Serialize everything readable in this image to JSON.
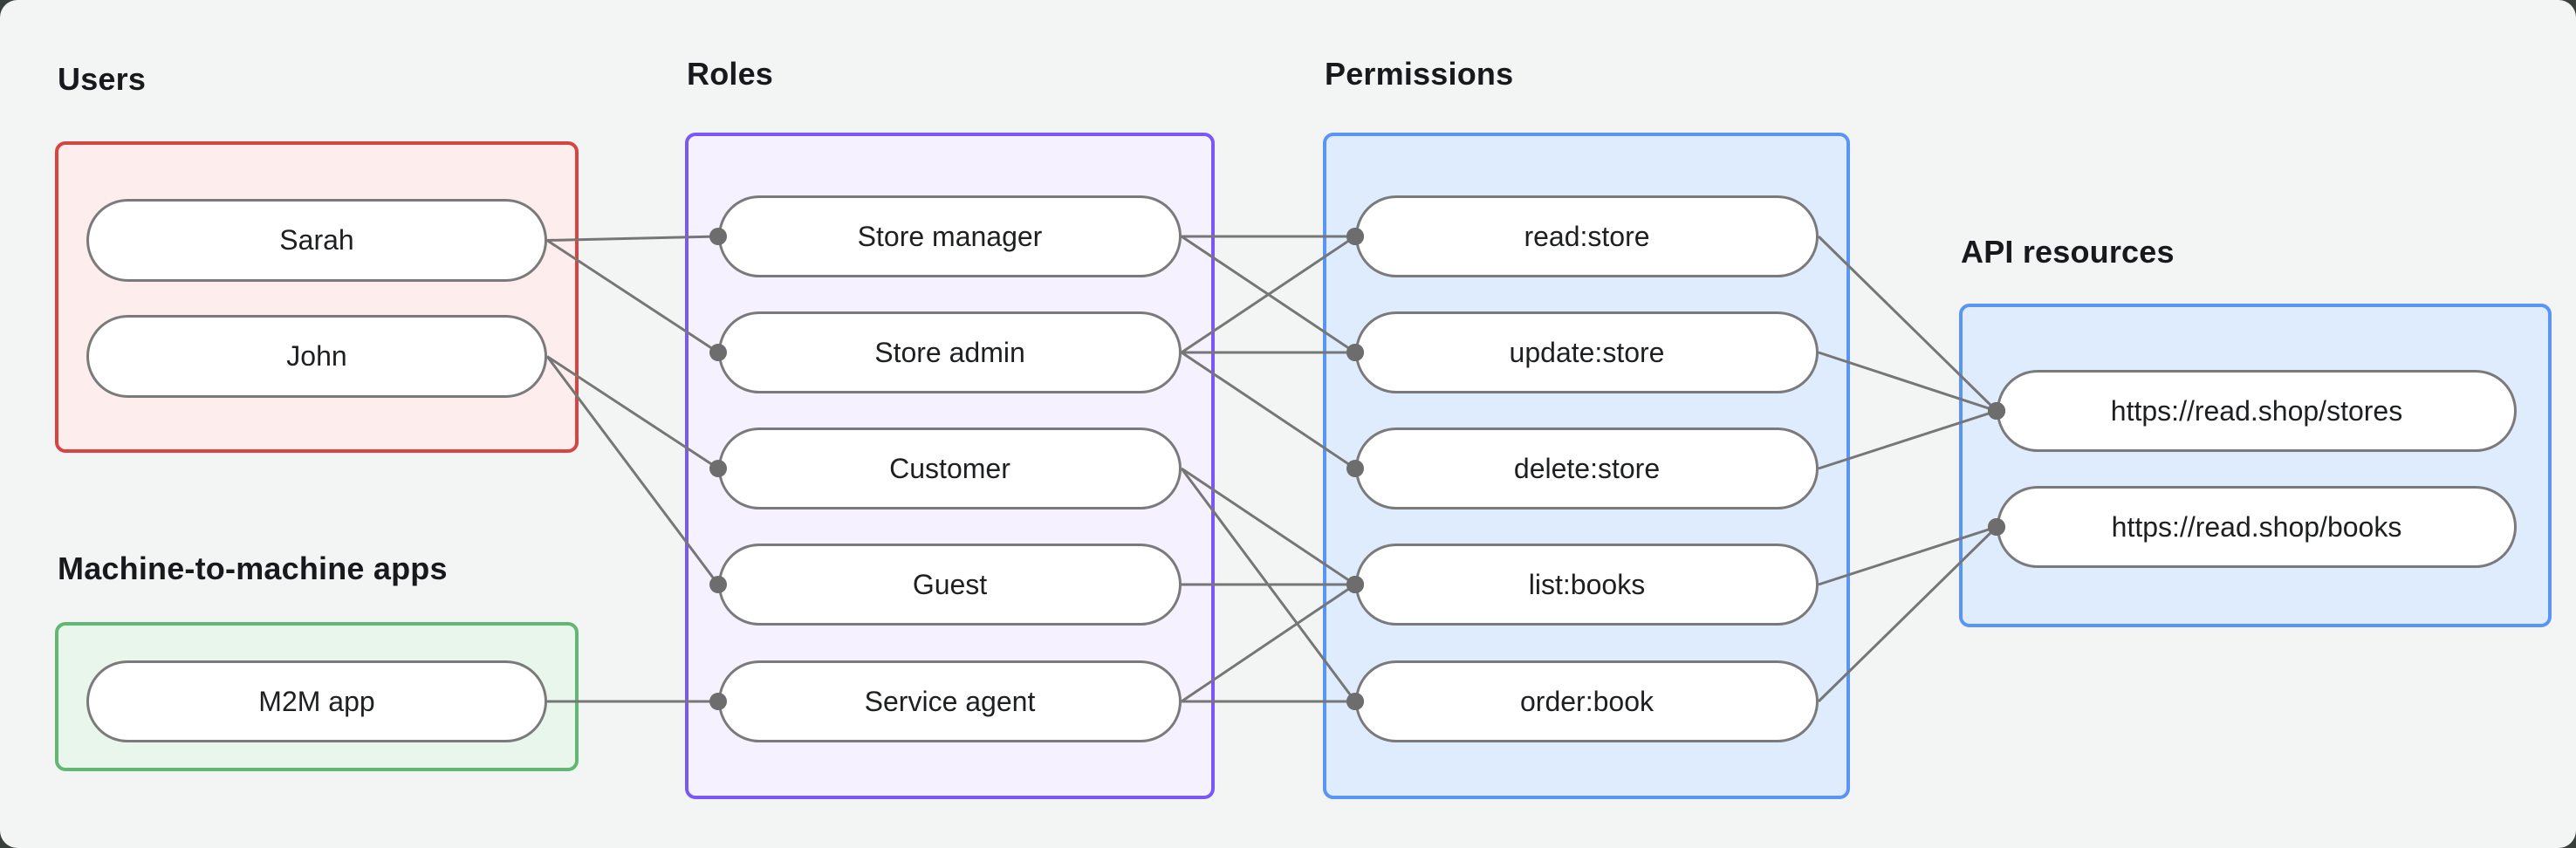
{
  "canvas": {
    "background": "#f3f5f4",
    "outer_background": "#39403b"
  },
  "sections": {
    "users": {
      "label": "Users",
      "box_border_color": "#d64444",
      "box_fill_color": "#fdeeed",
      "items": [
        {
          "id": "user-sarah",
          "label": "Sarah"
        },
        {
          "id": "user-john",
          "label": "John"
        }
      ]
    },
    "m2m": {
      "label": "Machine-to-machine apps",
      "box_border_color": "#62b873",
      "box_fill_color": "#e9f6ec",
      "items": [
        {
          "id": "m2m-app",
          "label": "M2M app"
        }
      ]
    },
    "roles": {
      "label": "Roles",
      "box_border_color": "#7a58f8",
      "box_fill_color": "#f5f1fe",
      "items": [
        {
          "id": "role-store-manager",
          "label": "Store manager"
        },
        {
          "id": "role-store-admin",
          "label": "Store admin"
        },
        {
          "id": "role-customer",
          "label": "Customer"
        },
        {
          "id": "role-guest",
          "label": "Guest"
        },
        {
          "id": "role-service-agent",
          "label": "Service agent"
        }
      ]
    },
    "permissions": {
      "label": "Permissions",
      "box_border_color": "#5895f4",
      "box_fill_color": "#dfecfd",
      "items": [
        {
          "id": "perm-read-store",
          "label": "read:store"
        },
        {
          "id": "perm-update-store",
          "label": "update:store"
        },
        {
          "id": "perm-delete-store",
          "label": "delete:store"
        },
        {
          "id": "perm-list-books",
          "label": "list:books"
        },
        {
          "id": "perm-order-book",
          "label": "order:book"
        }
      ]
    },
    "api": {
      "label": "API resources",
      "box_border_color": "#5895f4",
      "box_fill_color": "#dfecfd",
      "items": [
        {
          "id": "api-stores",
          "label": "https://read.shop/stores"
        },
        {
          "id": "api-books",
          "label": "https://read.shop/books"
        }
      ]
    }
  },
  "edges": [
    {
      "from": "user-sarah",
      "to": "role-store-manager"
    },
    {
      "from": "user-sarah",
      "to": "role-store-admin"
    },
    {
      "from": "user-john",
      "to": "role-customer"
    },
    {
      "from": "user-john",
      "to": "role-guest"
    },
    {
      "from": "m2m-app",
      "to": "role-service-agent"
    },
    {
      "from": "role-store-manager",
      "to": "perm-read-store"
    },
    {
      "from": "role-store-manager",
      "to": "perm-update-store"
    },
    {
      "from": "role-store-admin",
      "to": "perm-read-store"
    },
    {
      "from": "role-store-admin",
      "to": "perm-update-store"
    },
    {
      "from": "role-store-admin",
      "to": "perm-delete-store"
    },
    {
      "from": "role-customer",
      "to": "perm-list-books"
    },
    {
      "from": "role-customer",
      "to": "perm-order-book"
    },
    {
      "from": "role-guest",
      "to": "perm-list-books"
    },
    {
      "from": "role-service-agent",
      "to": "perm-list-books"
    },
    {
      "from": "role-service-agent",
      "to": "perm-order-book"
    },
    {
      "from": "perm-read-store",
      "to": "api-stores"
    },
    {
      "from": "perm-update-store",
      "to": "api-stores"
    },
    {
      "from": "perm-delete-store",
      "to": "api-stores"
    },
    {
      "from": "perm-list-books",
      "to": "api-books"
    },
    {
      "from": "perm-order-book",
      "to": "api-books"
    }
  ],
  "edge_style": {
    "line_color": "#767676",
    "line_width": 3,
    "dot_color": "#6d6d6d",
    "dot_radius": 10
  }
}
